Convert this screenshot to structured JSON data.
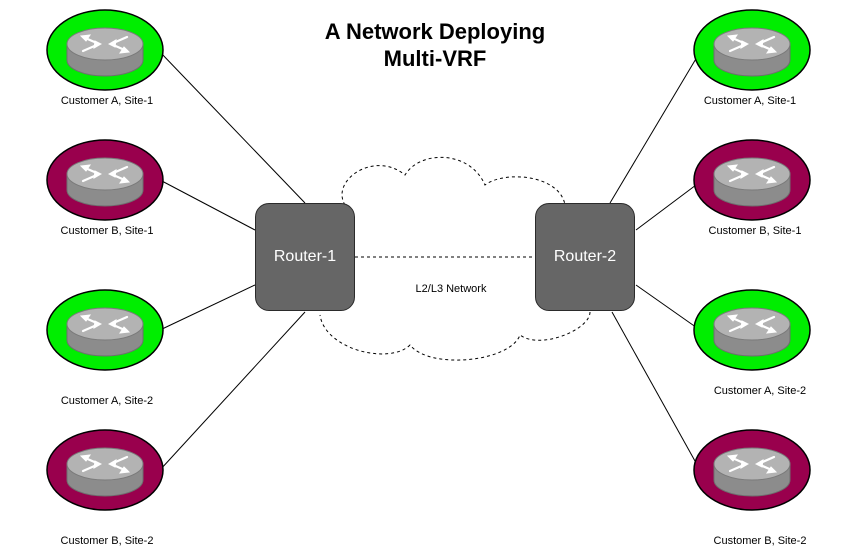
{
  "title": {
    "line1": "A Network Deploying",
    "line2": "Multi-VRF"
  },
  "colors": {
    "customer_a": "#00ee00",
    "customer_b": "#99004d",
    "router_core": "#666666",
    "router_icon": "#a6a6a6"
  },
  "routers": {
    "router1": "Router-1",
    "router2": "Router-2"
  },
  "network_label": "L2/L3 Network",
  "sites": {
    "left": [
      {
        "label": "Customer A, Site-1",
        "customer": "A"
      },
      {
        "label": "Customer B, Site-1",
        "customer": "B"
      },
      {
        "label": "Customer A, Site-2",
        "customer": "A"
      },
      {
        "label": "Customer B, Site-2",
        "customer": "B"
      }
    ],
    "right": [
      {
        "label": "Customer A, Site-1",
        "customer": "A"
      },
      {
        "label": "Customer B, Site-1",
        "customer": "B"
      },
      {
        "label": "Customer A, Site-2",
        "customer": "A"
      },
      {
        "label": "Customer B, Site-2",
        "customer": "B"
      }
    ]
  }
}
